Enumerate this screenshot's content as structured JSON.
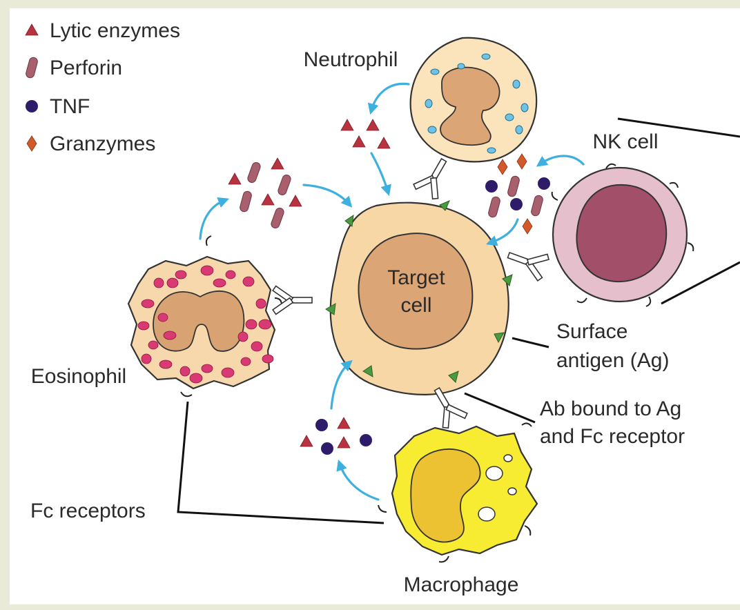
{
  "legend": [
    {
      "label": "Lytic enzymes",
      "icon": "triangle",
      "color": "#b8323f"
    },
    {
      "label": "Perforin",
      "icon": "capsule",
      "color": "#a85f6e"
    },
    {
      "label": "TNF",
      "icon": "circle",
      "color": "#2e1c6b"
    },
    {
      "label": "Granzymes",
      "icon": "diamond",
      "color": "#d25a2a"
    }
  ],
  "cells": {
    "target": {
      "line1": "Target",
      "line2": "cell"
    },
    "neutrophil": "Neutrophil",
    "nk": "NK cell",
    "eosinophil": "Eosinophil",
    "macrophage": "Macrophage"
  },
  "annotations": {
    "surface_antigen": {
      "line1": "Surface",
      "line2": "antigen (Ag)"
    },
    "ab_bound": {
      "line1": "Ab bound to Ag",
      "line2": "and Fc receptor"
    },
    "fc_receptors": "Fc receptors"
  },
  "colors": {
    "frame": "#e9ead8",
    "target_cytoplasm": "#f8d7a6",
    "target_nucleus": "#dba575",
    "neutrophil_cytoplasm": "#fbe3bc",
    "neutrophil_granule": "#6cc3e5",
    "nk_cytoplasm": "#e6bfcd",
    "nk_nucleus": "#a2506a",
    "eosinophil_granule": "#d93a73",
    "macrophage_cytoplasm": "#f8ec32",
    "macrophage_nucleus": "#ecc233",
    "surface_antigen": "#4a9a42",
    "arrow": "#3db0e0"
  }
}
